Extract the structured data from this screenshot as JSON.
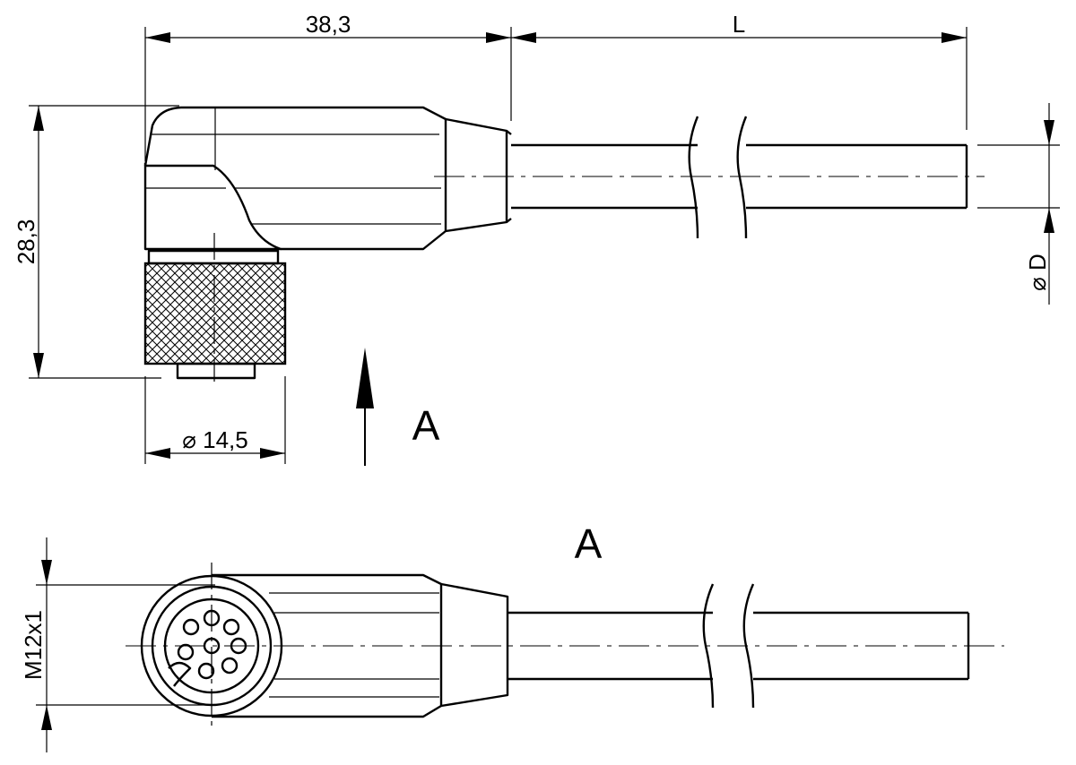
{
  "dimensions": {
    "length_38_3": "38,3",
    "cable_length": "L",
    "height_28_3": "28,3",
    "nut_diameter": "⌀ 14,5",
    "cable_diameter": "⌀ D",
    "thread": "M12x1"
  },
  "view": {
    "arrow_label": "A",
    "bottom_title": "A"
  }
}
